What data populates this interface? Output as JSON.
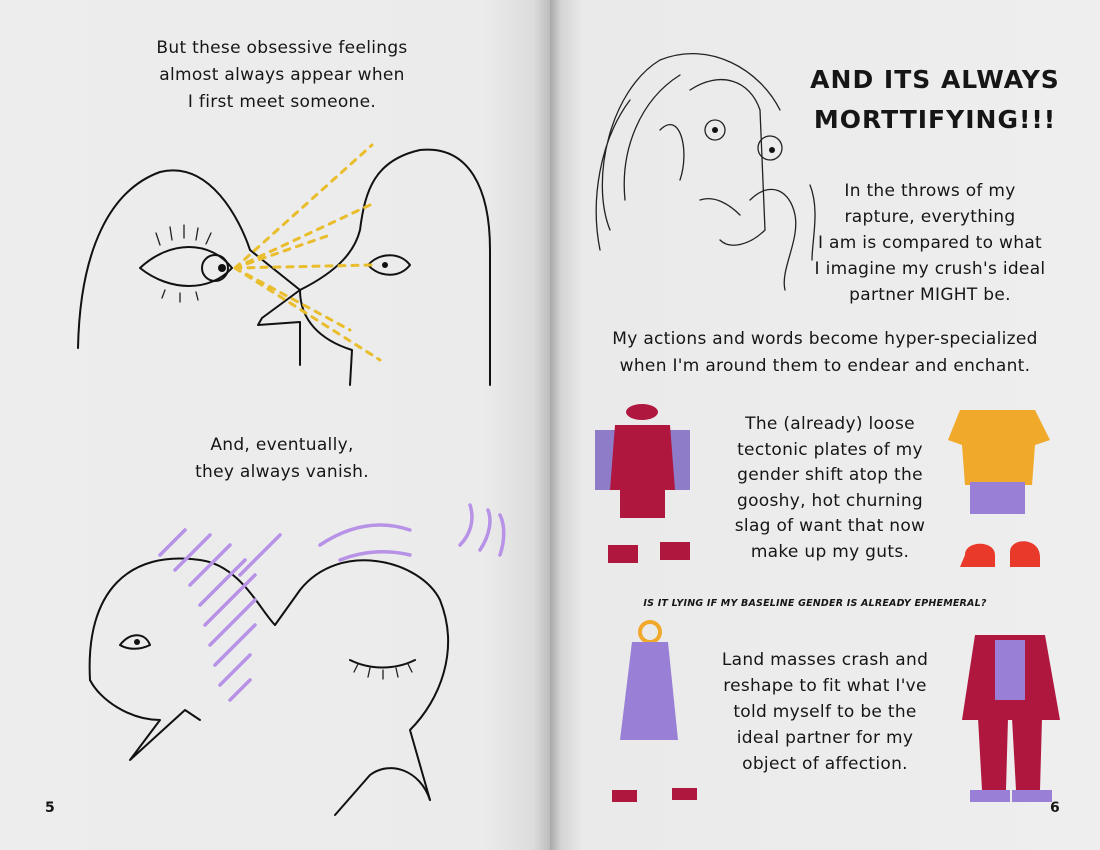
{
  "left_page": {
    "top_caption": [
      "But these obsessive feelings",
      "almost always appear when",
      "I first meet someone."
    ],
    "mid_caption": [
      "And, eventually,",
      "they always vanish."
    ],
    "page_number": "5"
  },
  "right_page": {
    "heading": [
      "AND ITS ALWAYS",
      "MORTTIFYING!!!"
    ],
    "paragraph1": [
      "In the throws of my",
      "rapture, everything",
      "I am is compared to what",
      "I imagine my crush's ideal",
      "partner MIGHT be."
    ],
    "paragraph2": [
      "My actions and words become hyper-specialized",
      "when I'm around them to endear and enchant."
    ],
    "paragraph3": [
      "The (already) loose",
      "tectonic plates of my",
      "gender shift atop the",
      "gooshy, hot churning",
      "slag of want that now",
      "make up my guts."
    ],
    "question": "IS IT LYING IF MY BASELINE GENDER IS ALREADY EPHEMERAL?",
    "paragraph4": [
      "Land masses crash and",
      "reshape to fit what I've",
      "told myself to be the",
      "ideal partner for my",
      "object of affection."
    ],
    "page_number": "6"
  },
  "colors": {
    "gold": "#e9bd2c",
    "lavender": "#b792e6",
    "crimson": "#b0173f",
    "orange": "#f0a92a",
    "red": "#e8392a",
    "purple": "#9a7fd6"
  }
}
